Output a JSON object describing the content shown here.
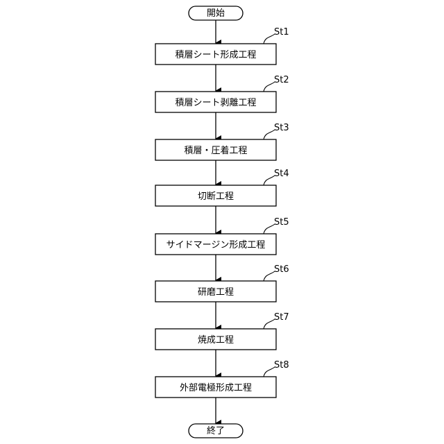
{
  "flowchart": {
    "start": "開始",
    "end": "終了",
    "steps": [
      {
        "id": "St1",
        "label": "積層シート形成工程"
      },
      {
        "id": "St2",
        "label": "積層シート剥離工程"
      },
      {
        "id": "St3",
        "label": "積層・圧着工程"
      },
      {
        "id": "St4",
        "label": "切断工程"
      },
      {
        "id": "St5",
        "label": "サイドマージン形成工程"
      },
      {
        "id": "St6",
        "label": "研磨工程"
      },
      {
        "id": "St7",
        "label": "焼成工程"
      },
      {
        "id": "St8",
        "label": "外部電極形成工程"
      }
    ]
  }
}
